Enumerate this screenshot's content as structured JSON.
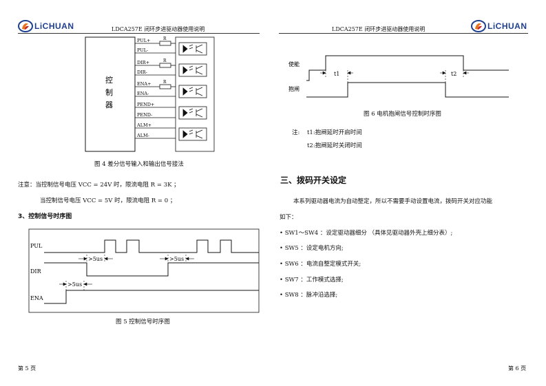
{
  "header": {
    "brand": "LiCHUAN",
    "doc_title": "LDCA257E 闭环步进驱动器使用说明"
  },
  "left_page": {
    "fig4": {
      "controller_label": [
        "控",
        "制",
        "器"
      ],
      "signals": [
        "PUL+",
        "PUL-",
        "DIR+",
        "DIR-",
        "ENA+",
        "ENA-",
        "PEND+",
        "PEND-",
        "ALM+",
        "ALM-"
      ],
      "resistor_label": "R",
      "caption": "图 4 差分信号输入和输出信号接法"
    },
    "note_line1": "注意：当控制信号电压 VCC = 24V 时，限流电阻 R = 3K ；",
    "note_line2": "当控制信号电压 VCC = 5V 时，限流电阻 R = 0 ；",
    "section3_title": "3、控制信号时序图",
    "fig5": {
      "labels": [
        "PUL",
        "DIR",
        "ENA"
      ],
      "delay_label": ">5us",
      "caption": "图 5 控制信号时序图"
    },
    "page_number": "第 5 页"
  },
  "right_page": {
    "fig6": {
      "labels": [
        "使能",
        "抱闸"
      ],
      "t1": "t1",
      "t2": "t2",
      "caption": "图 6 电机抱闸信号控制时序图"
    },
    "note_prefix": "注:",
    "note_t1": "t1:抱闸延时开启时间",
    "note_t2": "t2:抱闸延时关闭时间",
    "section_title": "三、拨码开关设定",
    "para_line1": "本系列驱动器电流为自动整定，所以不需要手动设置电流，拨码开关对应功能",
    "para_line2": "如下：",
    "bullets": [
      "• SW1～SW4 ：设定驱动器细分 （具体见驱动器外壳上细分表）;",
      "• SW5 ：设定电机方向;",
      "• SW6 ：电流自整定模式开关;",
      "• SW7 ：工作模式选择;",
      "• SW8 ：脉冲沿选择;"
    ],
    "page_number": "第 6 页"
  },
  "colors": {
    "logo_blue": "#1f3f8f",
    "logo_orange": "#e8761e",
    "logo_red": "#c8202a",
    "line": "#111111"
  }
}
